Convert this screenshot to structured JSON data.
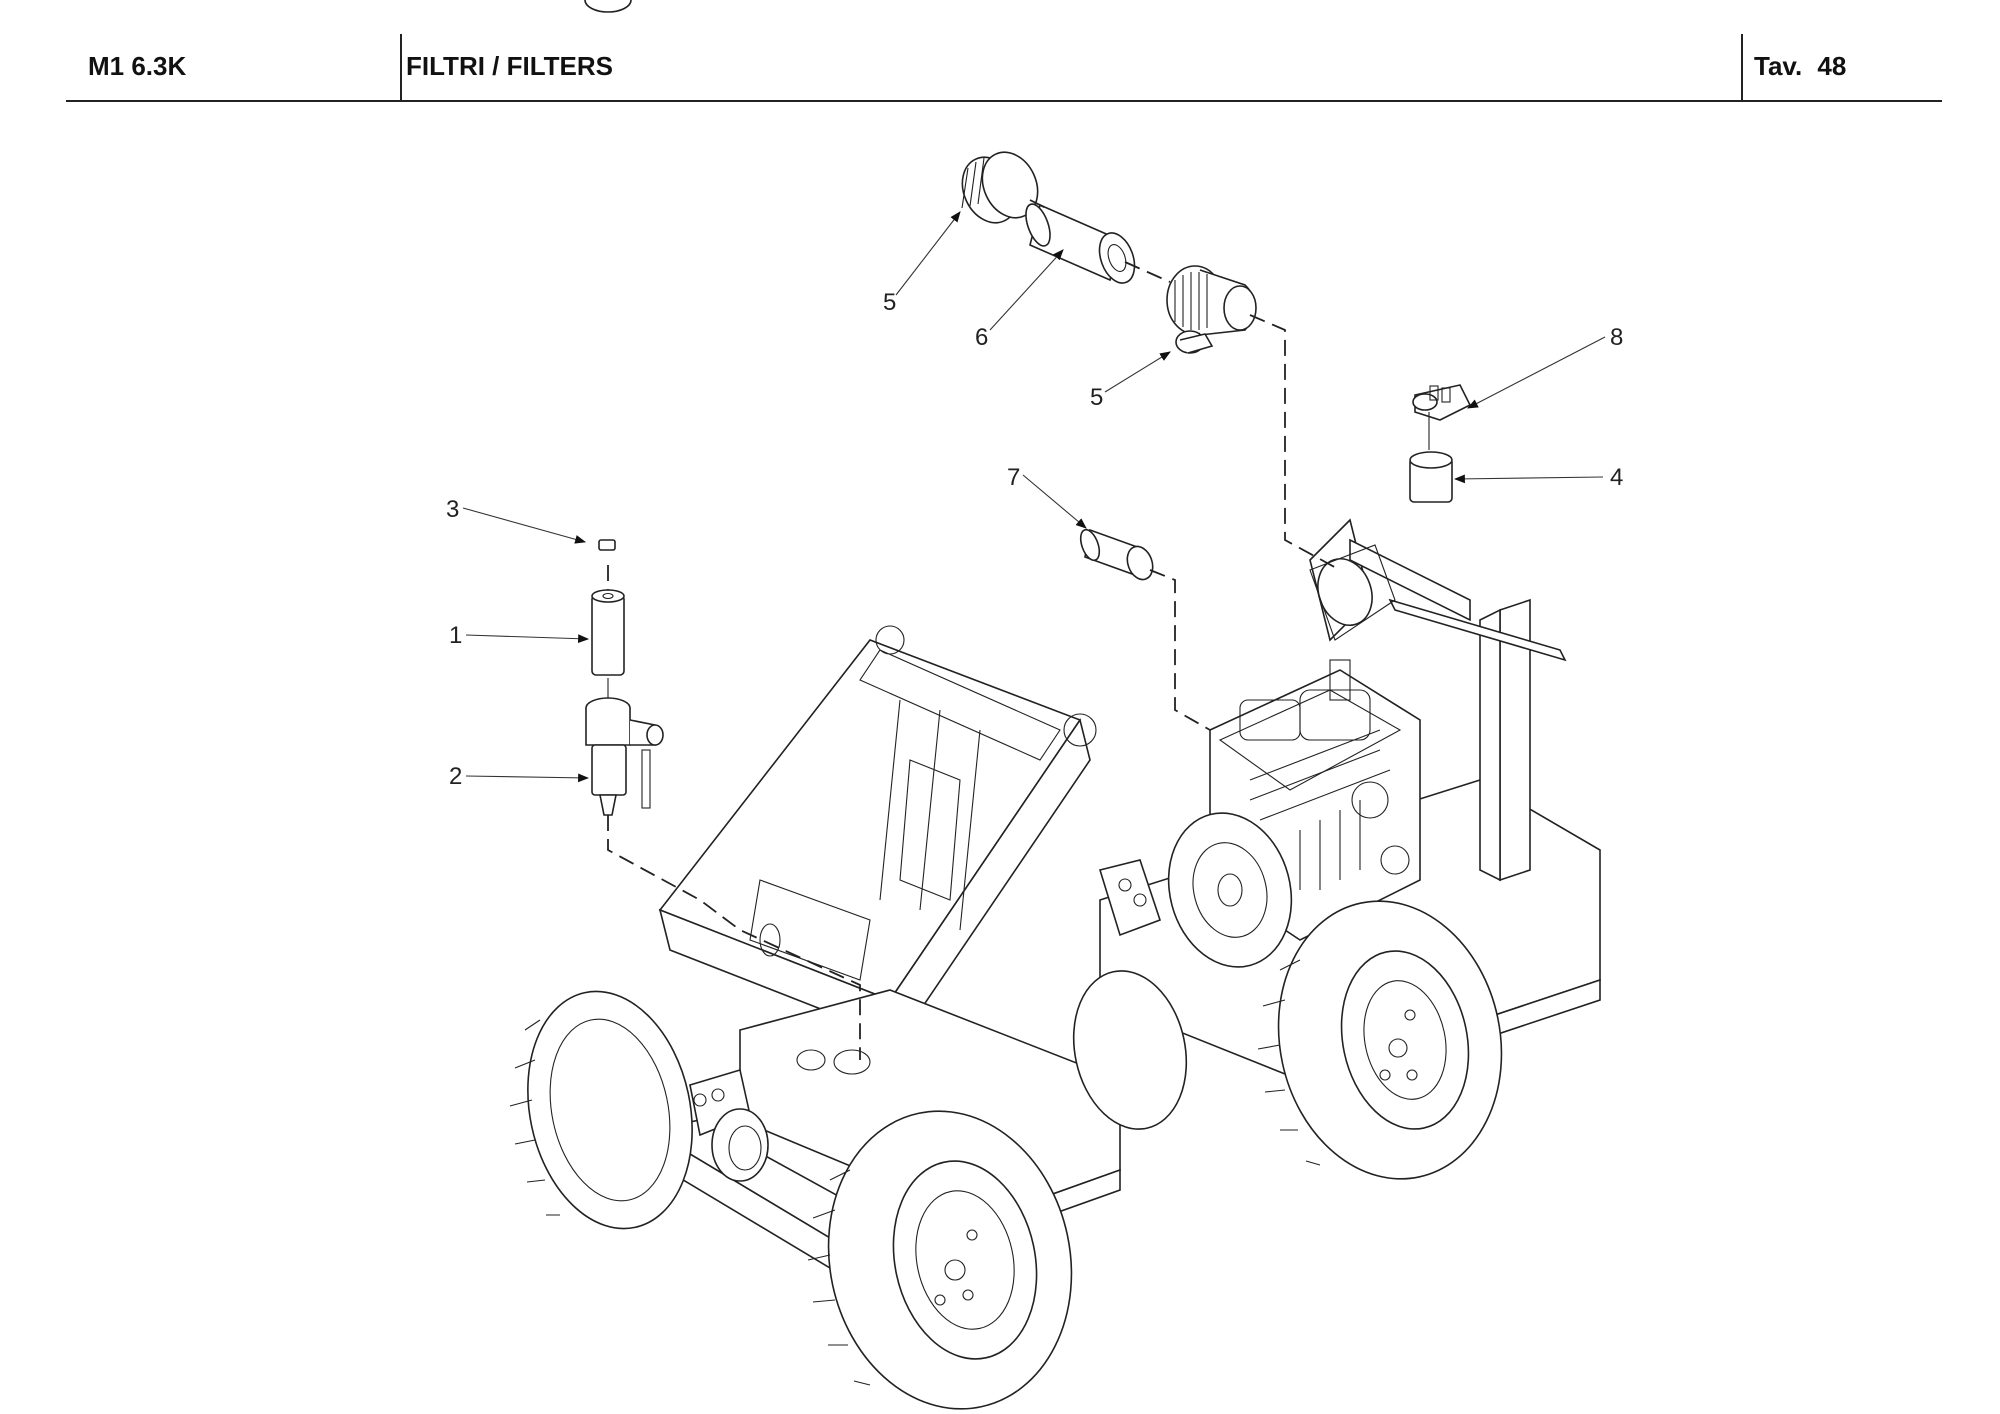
{
  "header": {
    "model": "M1 6.3K",
    "title": "FILTRI / FILTERS",
    "table_label": "Tav.",
    "table_number": "48"
  },
  "callouts": [
    {
      "number": "5",
      "part": "air filter end cap (front)"
    },
    {
      "number": "6",
      "part": "air filter element"
    },
    {
      "number": "5",
      "part": "air filter housing"
    },
    {
      "number": "8",
      "part": "fuel filter head"
    },
    {
      "number": "4",
      "part": "fuel filter cartridge"
    },
    {
      "number": "7",
      "part": "safety air filter element"
    },
    {
      "number": "3",
      "part": "hydraulic filter cap"
    },
    {
      "number": "1",
      "part": "hydraulic filter element"
    },
    {
      "number": "2",
      "part": "hydraulic filter housing"
    }
  ]
}
